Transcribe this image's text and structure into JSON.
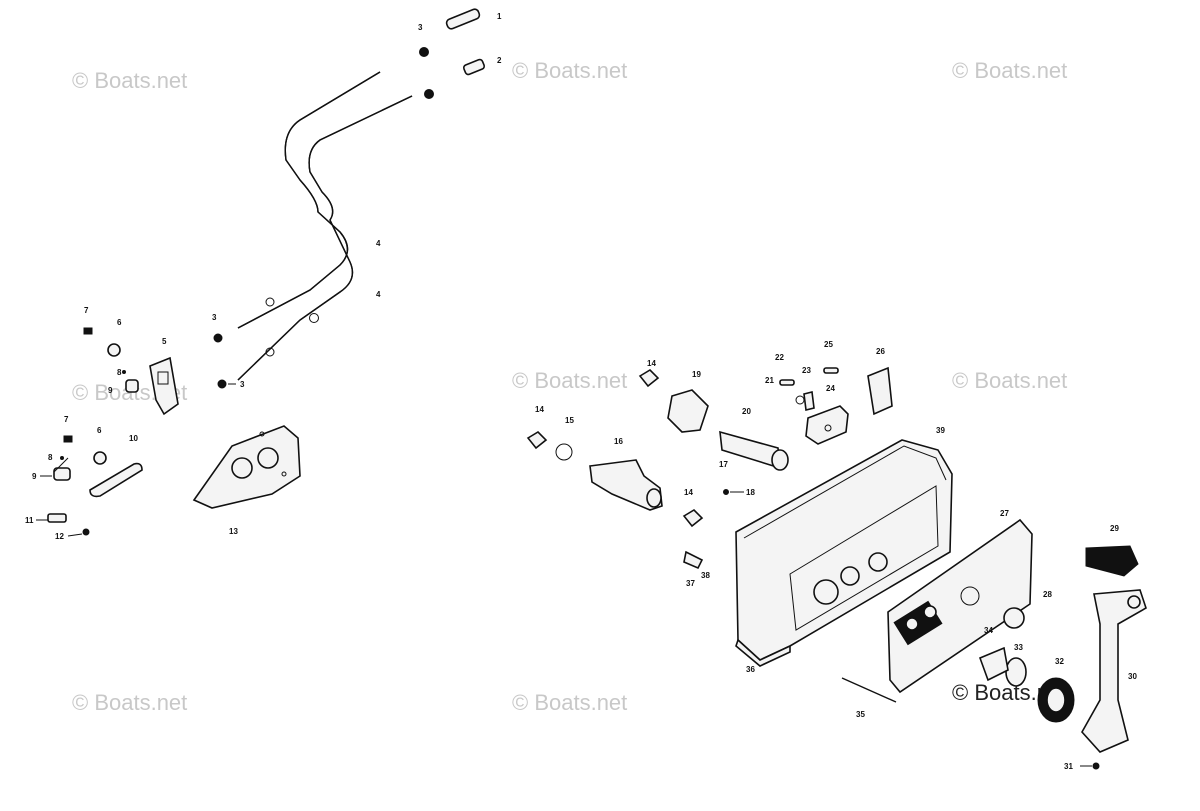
{
  "watermark": "© Boats.net",
  "callouts": {
    "c1": "1",
    "c2": "2",
    "c3a": "3",
    "c3b": "3",
    "c3c": "3",
    "c4a": "4",
    "c4b": "4",
    "c5": "5",
    "c6a": "6",
    "c6b": "6",
    "c7a": "7",
    "c7b": "7",
    "c8a": "8",
    "c8b": "8",
    "c9a": "9",
    "c9b": "9",
    "c10": "10",
    "c11": "11",
    "c12": "12",
    "c13": "13",
    "c14a": "14",
    "c14b": "14",
    "c14c": "14",
    "c15": "15",
    "c16": "16",
    "c17": "17",
    "c18": "18",
    "c19": "19",
    "c20": "20",
    "c21": "21",
    "c22": "22",
    "c23": "23",
    "c24": "24",
    "c25": "25",
    "c26": "26",
    "c27": "27",
    "c28": "28",
    "c29": "29",
    "c30": "30",
    "c31": "31",
    "c32": "32",
    "c33": "33",
    "c34": "34",
    "c35": "35",
    "c36": "36",
    "c37": "37",
    "c38": "38",
    "c39": "39"
  }
}
